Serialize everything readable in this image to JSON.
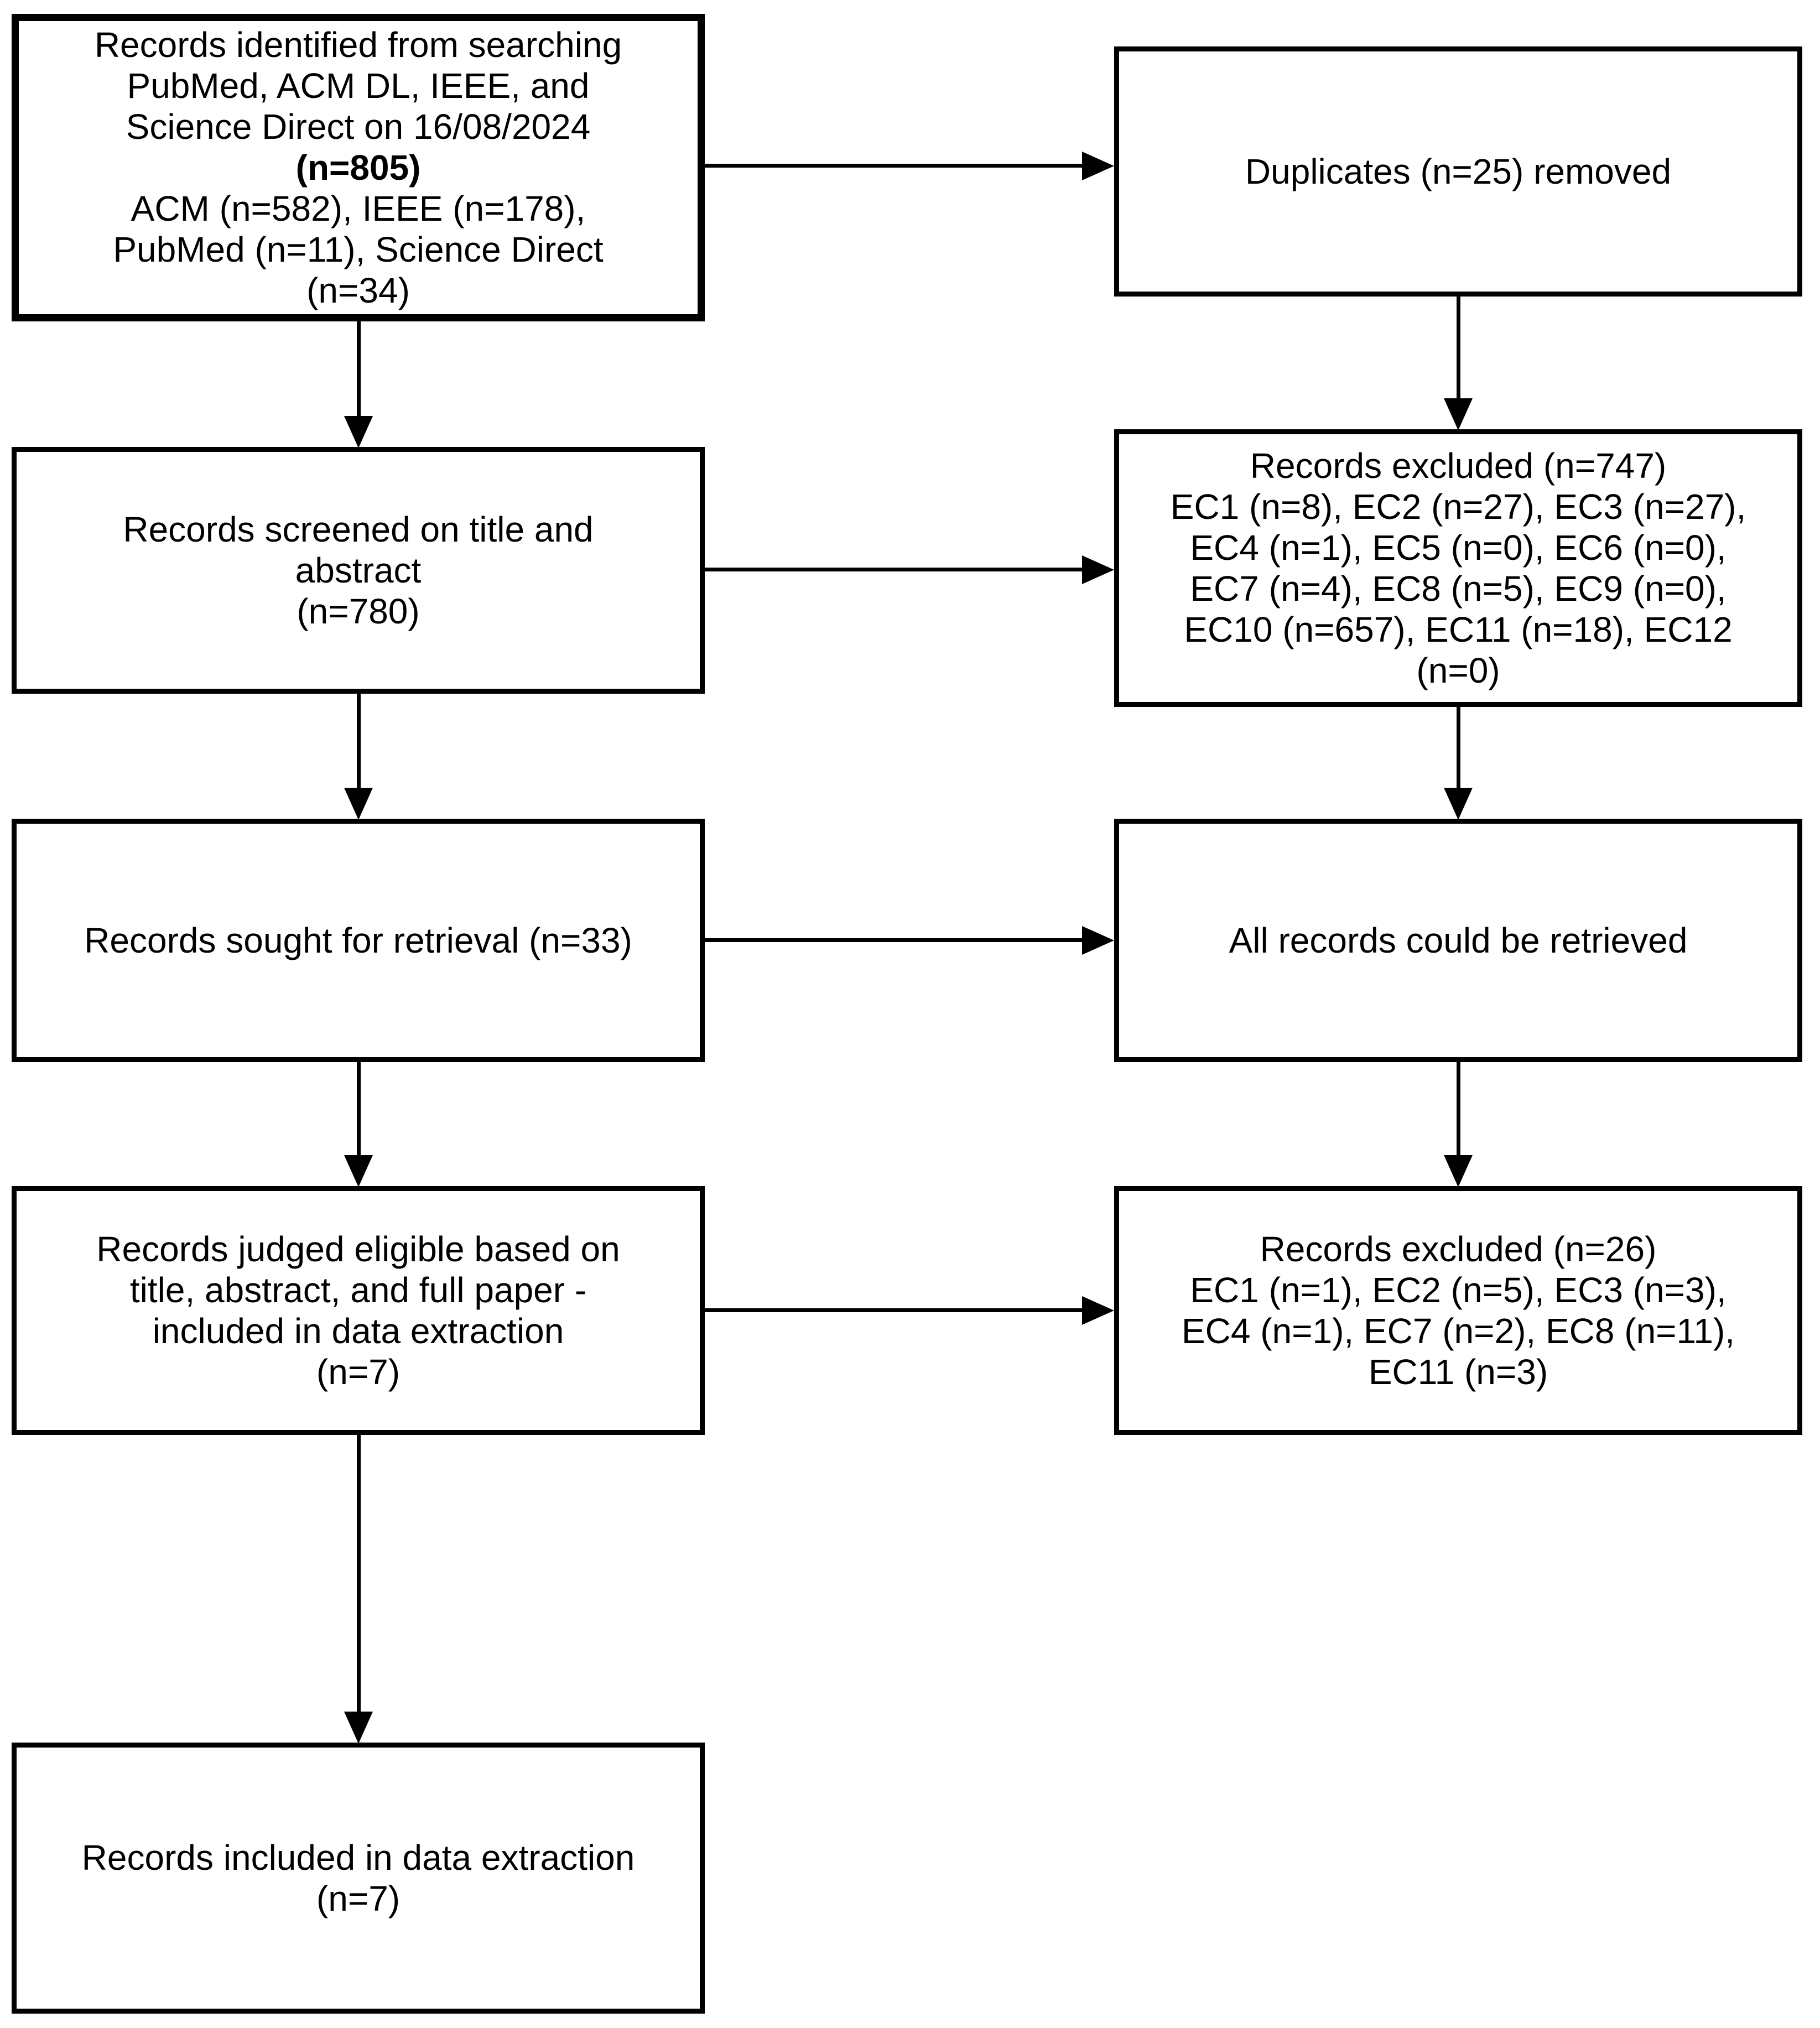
{
  "diagram": {
    "type": "prisma-flowchart",
    "colors": {
      "background": "#ffffff",
      "line": "#000000",
      "text": "#000000"
    },
    "boxes": {
      "identified": {
        "lines": [
          "Records identified from searching",
          "PubMed, ACM DL, IEEE, and",
          "Science Direct on 16/08/2024",
          "(n=805)",
          "ACM (n=582), IEEE (n=178),",
          "PubMed (n=11), Science Direct",
          "(n=34)"
        ],
        "bold_line": "(n=805)"
      },
      "duplicates": {
        "lines": [
          "Duplicates (n=25) removed"
        ]
      },
      "screened": {
        "lines": [
          "Records screened on title and",
          "abstract",
          "(n=780)"
        ]
      },
      "excluded_screening": {
        "lines": [
          "Records excluded (n=747)",
          "EC1 (n=8), EC2 (n=27), EC3 (n=27),",
          "EC4 (n=1), EC5 (n=0), EC6 (n=0),",
          "EC7 (n=4), EC8 (n=5), EC9 (n=0),",
          "EC10 (n=657), EC11 (n=18), EC12",
          "(n=0)"
        ]
      },
      "sought": {
        "lines": [
          "Records sought for retrieval (n=33)"
        ]
      },
      "retrieved": {
        "lines": [
          "All records could be retrieved"
        ]
      },
      "eligible": {
        "lines": [
          "Records judged eligible based on",
          "title, abstract, and full paper -",
          "included in data extraction",
          "(n=7)"
        ]
      },
      "excluded_eligibility": {
        "lines": [
          "Records excluded (n=26)",
          "EC1 (n=1), EC2 (n=5), EC3 (n=3),",
          "EC4 (n=1), EC7 (n=2), EC8 (n=11),",
          "EC11 (n=3)"
        ]
      },
      "included": {
        "lines": [
          "Records included in data extraction",
          "(n=7)"
        ]
      }
    }
  }
}
